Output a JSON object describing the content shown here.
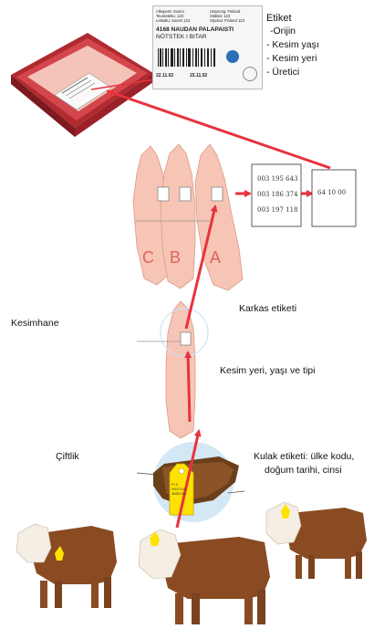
{
  "label_card": {
    "lines_left": [
      "Alkuperä: Suomi",
      "Teurastettu: 123",
      "Leikattu: Suomi 123"
    ],
    "lines_right": [
      "Ursprung: Finland",
      "Slaktat: 123",
      "Styckat: Finland 123"
    ],
    "product_name": "4168 NAUDAN PALAPAISTI",
    "product_name_2": "NÖTSTEK I BITAR",
    "price_1": "22.11.02",
    "price_2": "15.11.02"
  },
  "etiket": {
    "title": "Etiket",
    "items": [
      "-Orijin",
      "-   Kesim yaşı",
      "-   Kesim yeri",
      "-   Üretici"
    ]
  },
  "carcass_codes": [
    "003 195 643",
    "003 186 374",
    "003 197 118"
  ],
  "single_code": "64 10 00",
  "side_letters": [
    "C",
    "B",
    "A"
  ],
  "labels": {
    "karkas": "Karkas etiketi",
    "kesimhane": "Kesimhane",
    "kesim_yeri": "Kesim yeri, yaşı ve tipi",
    "ciftlik": "Çiftlik",
    "kulak_1": "Kulak etiketi: ülke kodu,",
    "kulak_2": "doğum tarihi, cinsi"
  },
  "ear_tag_text": [
    "FI 3",
    "0007108",
    "4682138"
  ],
  "colors": {
    "arrow": "#e8323e",
    "meat": "#f3b9aa",
    "tray": "#c8333a",
    "cattle_body": "#8a4b22",
    "cattle_face": "#f4eee4",
    "ear_tag": "#ffe300",
    "circle": "#cfe3f3"
  }
}
